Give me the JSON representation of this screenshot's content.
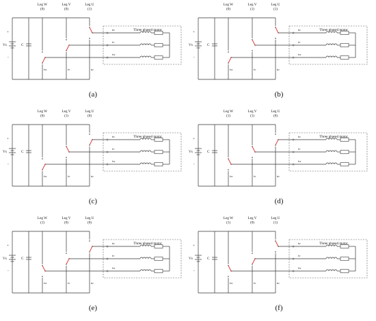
{
  "legs": {
    "w": "Leg W",
    "v": "Leg V",
    "u": "Leg U"
  },
  "motor_label": "Three phased motor",
  "source": {
    "plus": "+",
    "minus": "-",
    "vs": "Vs",
    "cap": "C"
  },
  "currents": {
    "iw": "iw",
    "iv": "iv",
    "iu": "iu"
  },
  "colors": {
    "switch": "#d9534f",
    "wire": "#333333"
  },
  "panels": [
    {
      "caption": "(a)",
      "states": [
        "(0)",
        "(0)",
        "(1)"
      ]
    },
    {
      "caption": "(b)",
      "states": [
        "(0)",
        "(1)",
        "(1)"
      ]
    },
    {
      "caption": "(c)",
      "states": [
        "(0)",
        "(1)",
        "(0)"
      ]
    },
    {
      "caption": "(d)",
      "states": [
        "(1)",
        "(1)",
        "(0)"
      ]
    },
    {
      "caption": "(e)",
      "states": [
        "(1)",
        "(0)",
        "(0)"
      ]
    },
    {
      "caption": "(f)",
      "states": [
        "(1)",
        "(0)",
        "(1)"
      ]
    }
  ]
}
